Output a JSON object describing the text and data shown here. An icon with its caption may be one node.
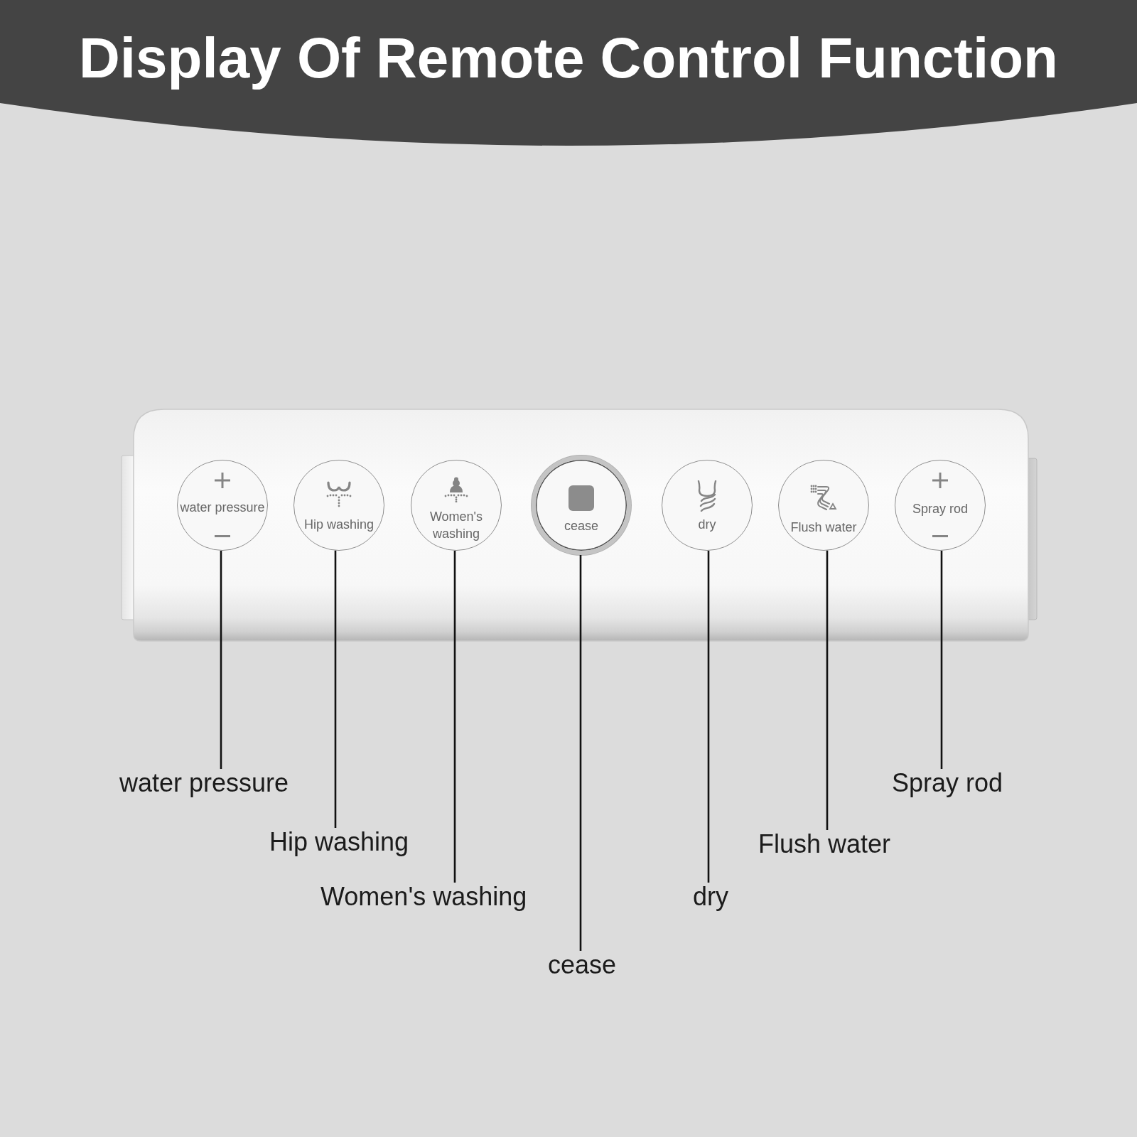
{
  "diagram": {
    "title": "Display Of Remote Control Function",
    "nodes": [
      {
        "text": [],
        "shape": "box"
      },
      {
        "text": [
          "water pressure"
        ],
        "in": 0
      },
      {
        "text": [
          "Hip washing"
        ],
        "in": 0
      },
      {
        "text": [
          "Women's washing"
        ],
        "in": 0
      },
      {
        "text": [
          "cease"
        ],
        "in": 0
      },
      {
        "text": [
          "dry"
        ],
        "in": 0
      },
      {
        "text": [
          "Flush water"
        ],
        "in": 0
      },
      {
        "text": [
          "Spray rod"
        ],
        "in": 0
      },
      {
        "text": [
          "water pressure"
        ]
      },
      {
        "text": [
          "Spray rod"
        ]
      },
      {
        "text": [
          "Hip washing"
        ]
      },
      {
        "text": [
          "Flush water"
        ]
      },
      {
        "text": [
          "Women's washing"
        ]
      },
      {
        "text": [
          "dry"
        ]
      },
      {
        "text": [
          "cease"
        ]
      }
    ],
    "edges": [
      {
        "from": 8,
        "to": 1,
        "arrow": "none"
      },
      {
        "from": 9,
        "to": 7,
        "arrow": "none"
      },
      {
        "from": 10,
        "to": 2,
        "arrow": "none"
      },
      {
        "from": 11,
        "to": 6,
        "arrow": "none"
      },
      {
        "from": 12,
        "to": 3,
        "arrow": "none"
      },
      {
        "from": 13,
        "to": 5,
        "arrow": "none"
      },
      {
        "from": 14,
        "to": 4,
        "arrow": "none"
      }
    ]
  }
}
